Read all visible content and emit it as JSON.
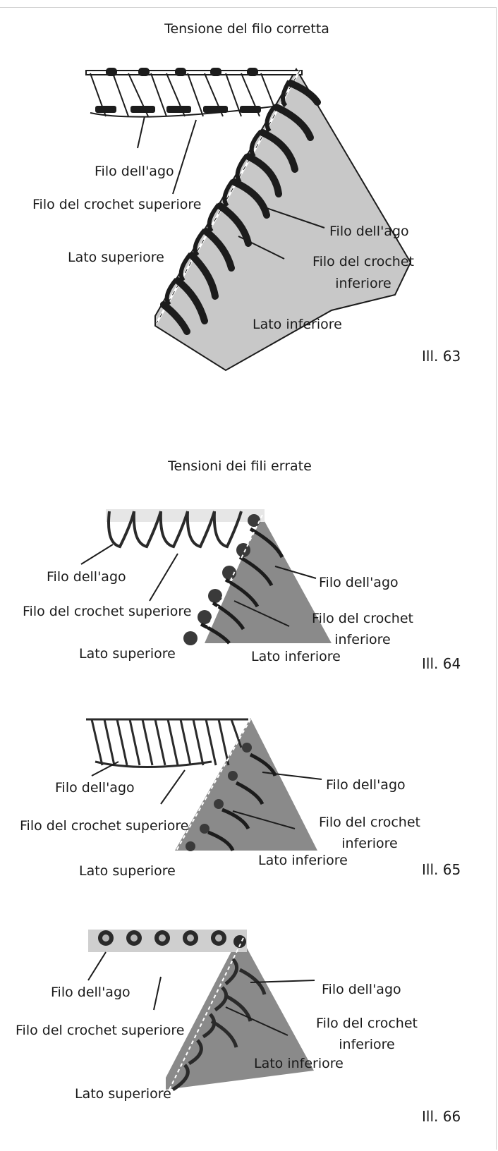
{
  "section_correct": {
    "title": "Tensione del filo corretta",
    "labels": {
      "needle_left": "Filo dell'ago",
      "upper_looper": "Filo del crochet superiore",
      "upper_side": "Lato superiore",
      "needle_right": "Filo dell'ago",
      "lower_looper_1": "Filo del crochet",
      "lower_looper_2": "inferiore",
      "lower_side": "Lato inferiore"
    },
    "figure": "Ill. 63"
  },
  "section_wrong": {
    "title": "Tensioni dei fili errate",
    "figures": [
      {
        "needle_left": "Filo dell'ago",
        "upper_looper": "Filo del crochet superiore",
        "upper_side": "Lato superiore",
        "needle_right": "Filo dell'ago",
        "lower_looper_1": "Filo del crochet",
        "lower_looper_2": "inferiore",
        "lower_side": "Lato inferiore",
        "figure": "Ill. 64"
      },
      {
        "needle_left": "Filo dell'ago",
        "upper_looper": "Filo del crochet superiore",
        "upper_side": "Lato superiore",
        "needle_right": "Filo dell'ago",
        "lower_looper_1": "Filo del crochet",
        "lower_looper_2": "inferiore",
        "lower_side": "Lato inferiore",
        "figure": "Ill. 65"
      },
      {
        "needle_left": "Filo dell'ago",
        "upper_looper": "Filo del crochet superiore",
        "upper_side": "Lato superiore",
        "needle_right": "Filo dell'ago",
        "lower_looper_1": "Filo del crochet",
        "lower_looper_2": "inferiore",
        "lower_side": "Lato inferiore",
        "figure": "Ill. 66"
      }
    ]
  },
  "colors": {
    "fabric": "#c8c8c8",
    "thread_dark": "#1c1c1c",
    "thread_light": "#bdbdbd",
    "fabric_dark": "#8a8a8a"
  }
}
